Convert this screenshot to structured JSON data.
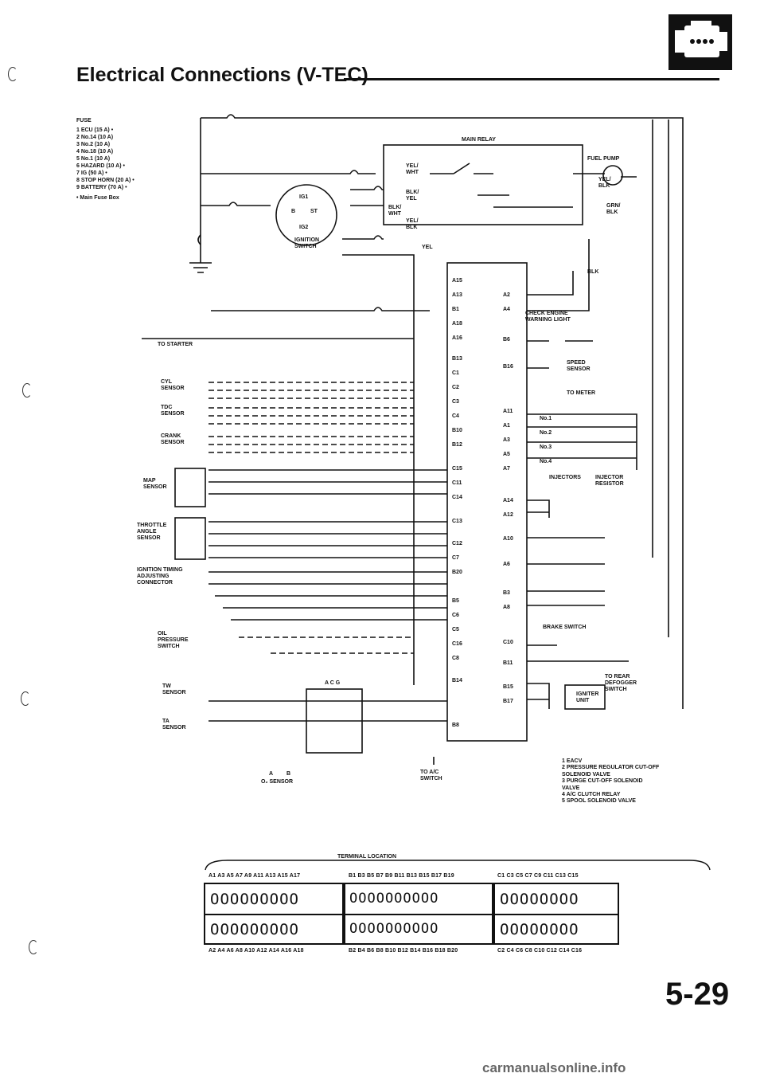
{
  "page": {
    "title": "Electrical Connections (V-TEC)",
    "page_number": "5-29",
    "watermark": "carmanualsonline.info",
    "emblem_icon": "engine-electrical-icon"
  },
  "fuse_box": {
    "heading": "FUSE",
    "items": [
      "1  ECU (15 A) •",
      "2  No.14 (10 A)",
      "3  No.2 (10 A)",
      "4  No.18 (10 A)",
      "5  No.1 (10 A)",
      "6  HAZARD (10 A) •",
      "7  IG (50 A) •",
      "8  STOP HORN (20 A) •",
      "9  BATTERY (70 A) •"
    ],
    "footnote": "• Main Fuse Box"
  },
  "labels": {
    "main_relay": "MAIN RELAY",
    "fuel_pump": "FUEL PUMP",
    "ignition_switch": "IGNITION\nSWITCH",
    "ig1": "IG1",
    "st": "ST",
    "b": "B",
    "ig2": "IG2",
    "to_starter": "TO STARTER",
    "cyl_sensor": "CYL\nSENSOR",
    "tdc_sensor": "TDC\nSENSOR",
    "crank_sensor": "CRANK\nSENSOR",
    "map_sensor": "MAP\nSENSOR",
    "throttle_sensor": "THROTTLE\nANGLE\nSENSOR",
    "ign_timing": "IGNITION TIMING\nADJUSTING\nCONNECTOR",
    "oil_pressure": "OIL\nPRESSURE\nSWITCH",
    "tw_sensor": "TW\nSENSOR",
    "ta_sensor": "TA\nSENSOR",
    "o2_sensor": "O₂ SENSOR",
    "o2_a": "A",
    "o2_b": "B",
    "acg": "A C G",
    "to_ac_switch": "TO A/C\nSWITCH",
    "check_engine": "CHECK ENGINE\nWARNING LIGHT",
    "speed_sensor": "SPEED\nSENSOR",
    "to_meter": "TO METER",
    "injectors": "INJECTORS",
    "injector_resistor": "INJECTOR\nRESISTOR",
    "brake_switch": "BRAKE SWITCH",
    "to_rear_defogger": "TO REAR\nDEFOGGER\nSWITCH",
    "igniter_unit": "IGNITER\nUNIT",
    "blk": "BLK",
    "yel_wht": "YEL/\nWHT",
    "blk_yel": "BLK/\nYEL",
    "blk_wht": "BLK/\nWHT",
    "yel_blk": "YEL/\nBLK",
    "yel": "YEL",
    "yel_blk_pump": "YEL/\nBLK",
    "grn_blk": "GRN/\nBLK",
    "inj_no1": "No.1",
    "inj_no2": "No.2",
    "inj_no3": "No.3",
    "inj_no4": "No.4"
  },
  "ecu_left_pins": [
    "A15",
    "A13",
    "B1",
    "A18",
    "A16",
    "B13",
    "C1",
    "C2",
    "C3",
    "C4",
    "B10",
    "B12",
    "C15",
    "C11",
    "C14",
    "C13",
    "C12",
    "C7",
    "B20",
    "B5",
    "C6",
    "C5",
    "C16",
    "C8",
    "B14",
    "",
    "B8"
  ],
  "ecu_right_pins": [
    "A2",
    "A4",
    "B6",
    "B16",
    "A11",
    "A1",
    "A3",
    "A5",
    "A7",
    "A14",
    "A12",
    "A10",
    "A6",
    "B3",
    "A8",
    "C10",
    "B11",
    "B15",
    "B17"
  ],
  "notes": [
    "1  EACV",
    "2  PRESSURE REGULATOR CUT-OFF",
    "    SOLENOID VALVE",
    "3  PURGE CUT-OFF SOLENOID",
    "    VALVE",
    "4  A/C CLUTCH RELAY",
    "5  SPOOL SOLENOID VALVE"
  ],
  "terminal_location": {
    "title": "TERMINAL LOCATION",
    "top_pins": [
      "A1  A3  A5  A7  A9 A11 A13 A15 A17",
      "B1  B3  B5  B7  B9 B11 B13 B15 B17 B19",
      "C1  C3  C5  C7  C9 C11 C13 C15"
    ],
    "bottom_pins": [
      "A2  A4  A6  A8 A10 A12 A14 A16 A18",
      "B2  B4  B6  B8 B10 B12 B14 B16 B18 B20",
      "C2  C4  C6  C8 C10 C12 C14 C16"
    ],
    "circle_rows": [
      "OOOOOOOOO",
      "OOOOOOOOOO",
      "OOOOOOOO"
    ]
  }
}
